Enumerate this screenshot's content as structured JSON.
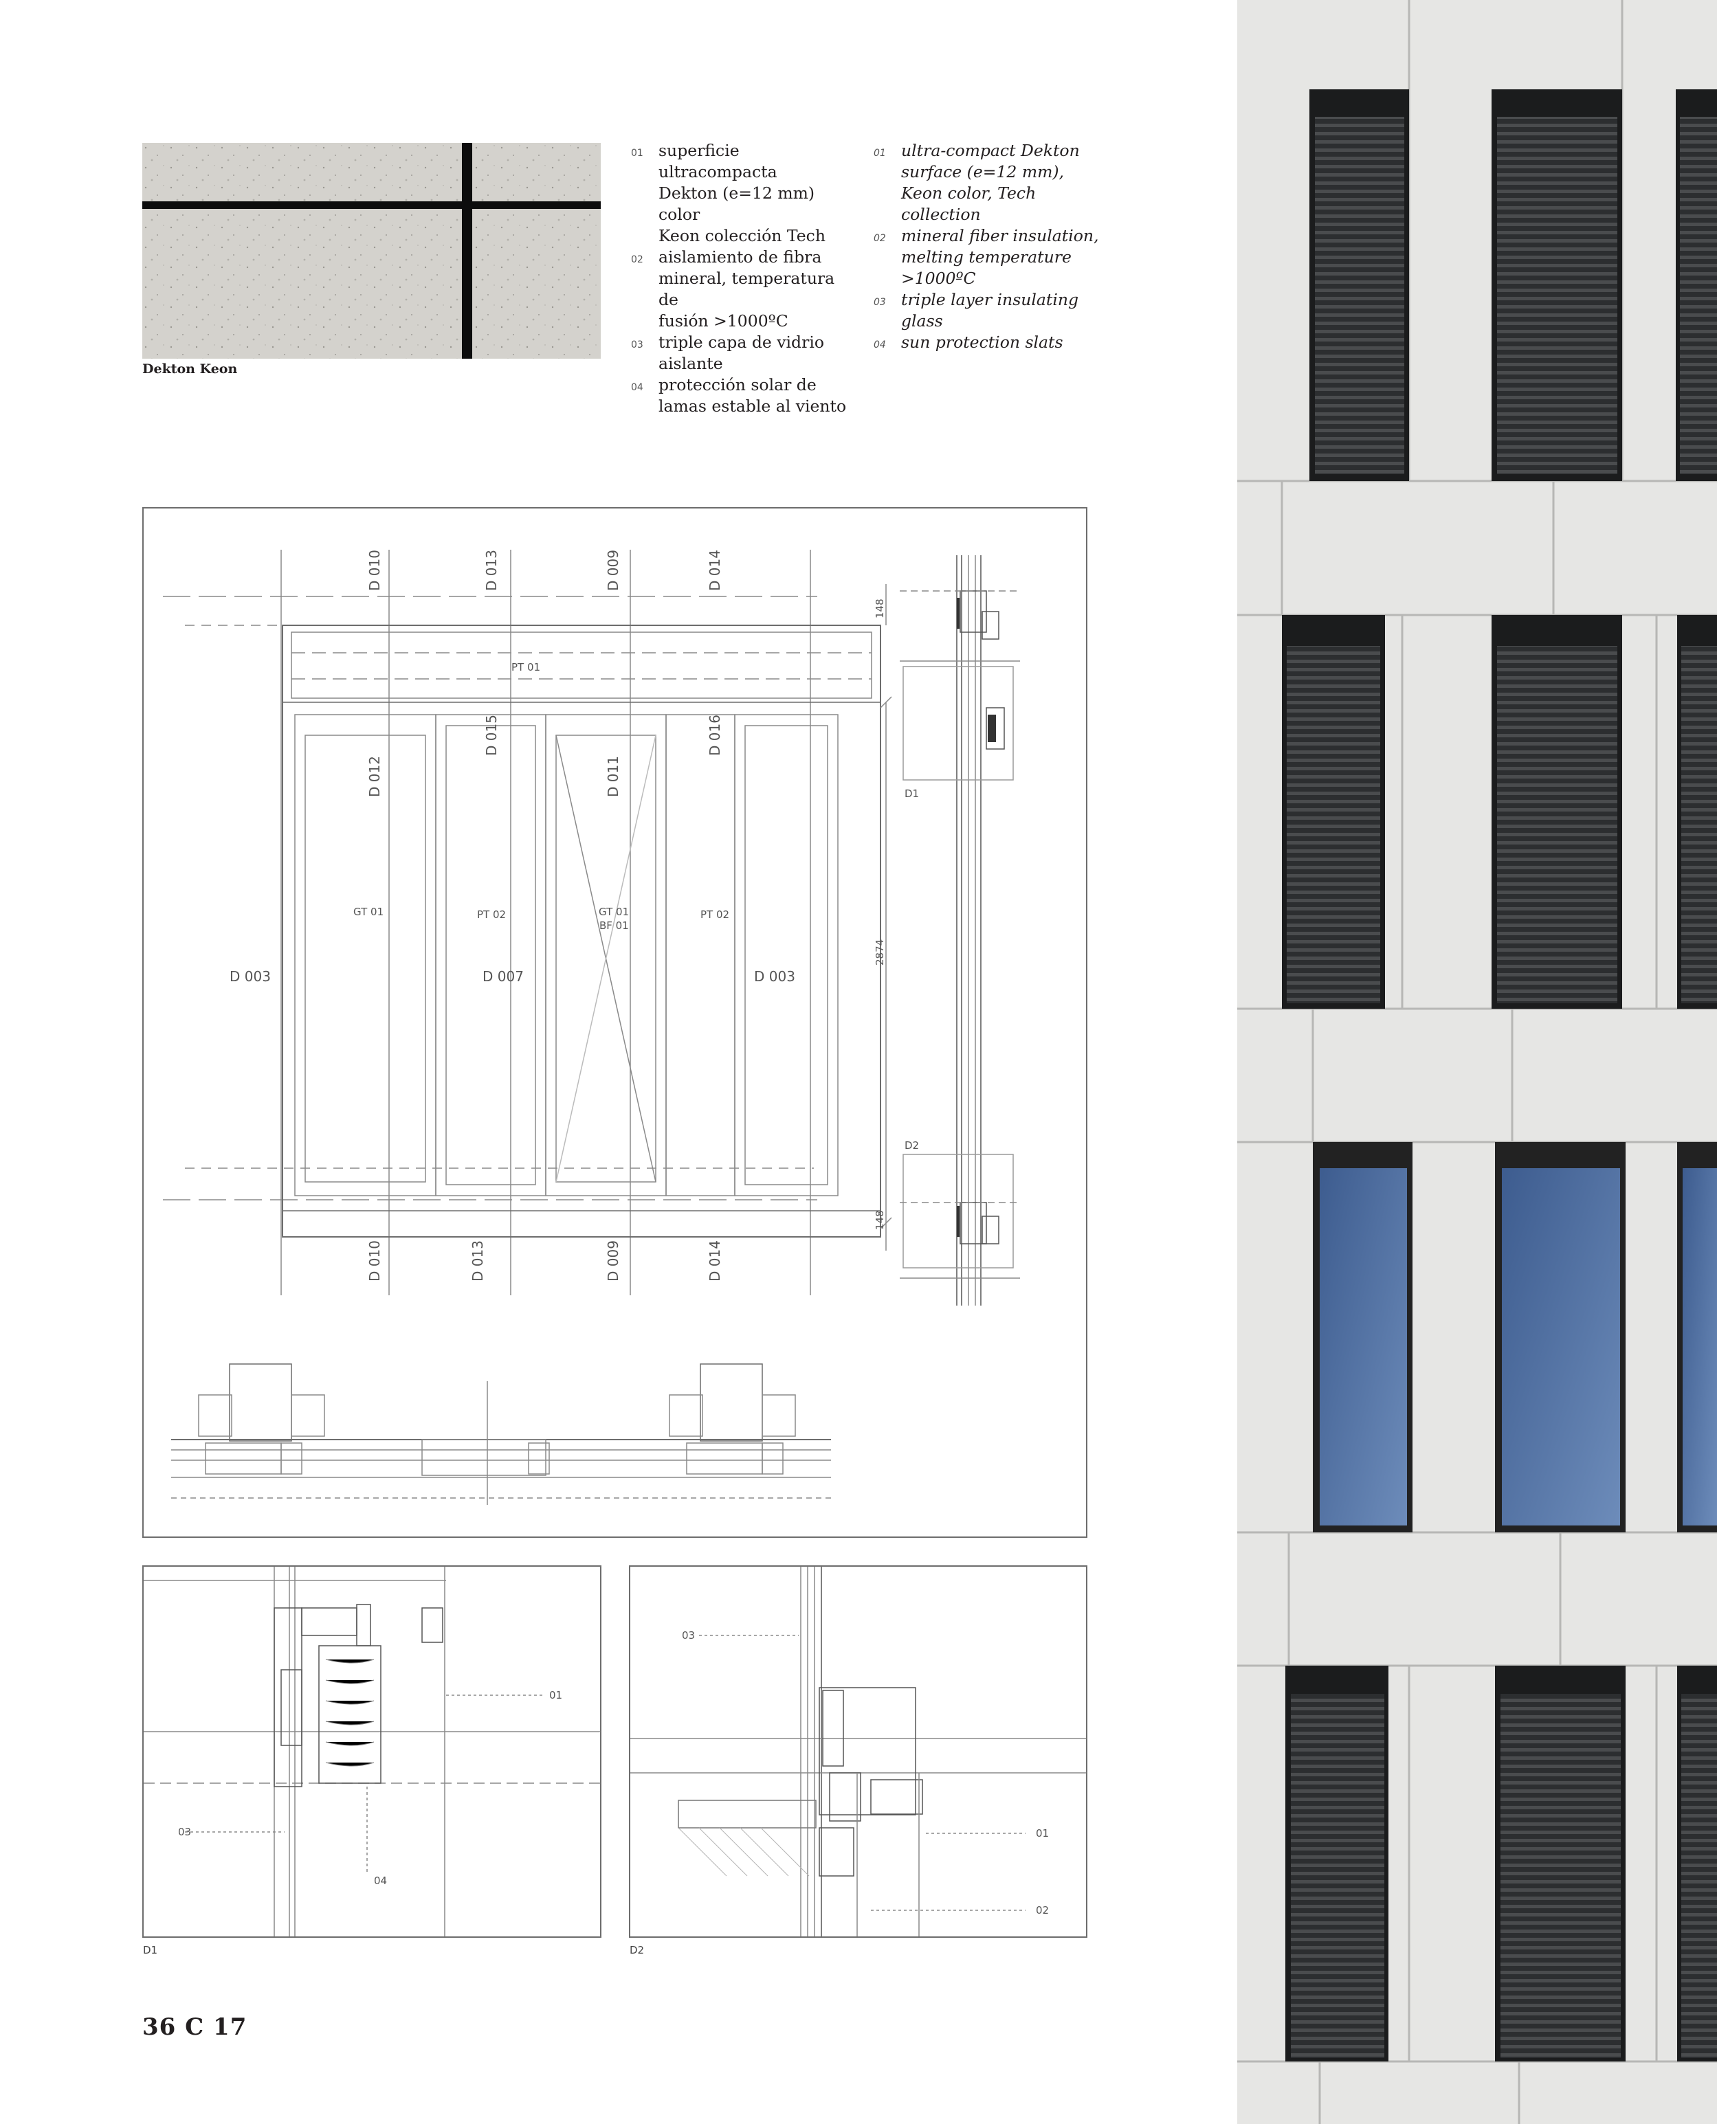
{
  "swatch": {
    "caption": "Dekton Keon"
  },
  "legend_es": [
    {
      "num": "01",
      "text": "superficie ultracompacta\nDekton (e=12 mm) color\nKeon colección Tech"
    },
    {
      "num": "02",
      "text": "aislamiento de fibra\nmineral, temperatura de\nfusión >1000ºC"
    },
    {
      "num": "03",
      "text": "triple capa de vidrio\naislante"
    },
    {
      "num": "04",
      "text": "protección solar de\nlamas estable al viento"
    }
  ],
  "legend_en": [
    {
      "num": "01",
      "text": "ultra-compact Dekton\nsurface (e=12 mm),\nKeon color, Tech\ncollection"
    },
    {
      "num": "02",
      "text": "mineral fiber insulation,\nmelting temperature\n>1000ºC"
    },
    {
      "num": "03",
      "text": "triple layer insulating\nglass"
    },
    {
      "num": "04",
      "text": "sun protection slats"
    }
  ],
  "plan": {
    "top_tags": [
      "D 010",
      "D 013",
      "D 009",
      "D 014"
    ],
    "bottom_tags": [
      "D 010",
      "D 013",
      "D 009",
      "D 014"
    ],
    "upper_tags": [
      "D 012",
      "D 015",
      "D 011",
      "D 016"
    ],
    "side_tags": [
      "D 003",
      "D 007",
      "D 003"
    ],
    "panel_tags": [
      "PT 01",
      "GT 01",
      "PT 02",
      "GT 01",
      "BF 01",
      "PT 02"
    ],
    "dims": [
      "148",
      "2874",
      "148"
    ],
    "section_labels": [
      "D1",
      "D2"
    ]
  },
  "detail_d1": {
    "label": "D1",
    "callouts": [
      "01",
      "03",
      "04"
    ]
  },
  "detail_d2": {
    "label": "D2",
    "callouts": [
      "03",
      "01",
      "02"
    ]
  },
  "folio": "36 C 17",
  "colors": {
    "text": "#231f20",
    "drawing_line": "#7a7a7a",
    "facade_panel": "#e8e8e6",
    "facade_glass": "#4a6a99",
    "louver": "#2a2c2e"
  }
}
